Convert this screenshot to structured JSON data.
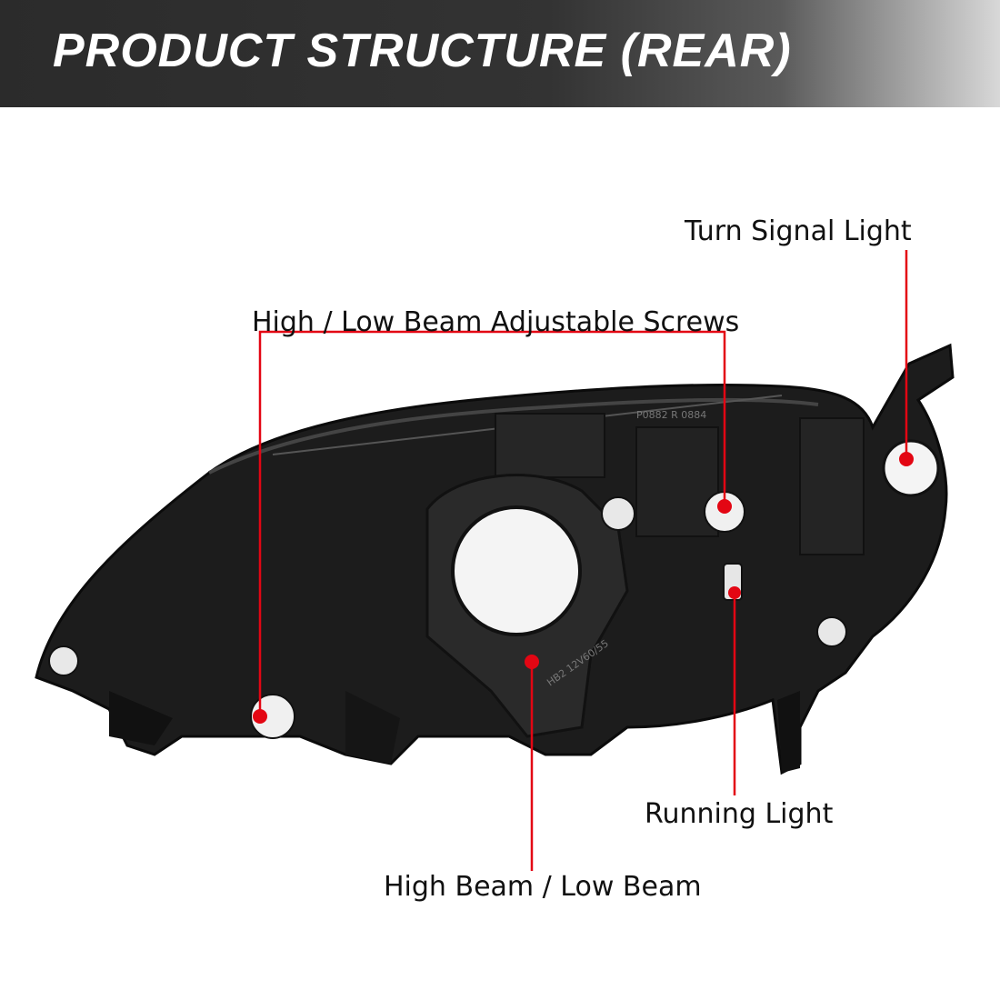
{
  "header": {
    "title": "PRODUCT STRUCTURE (REAR)"
  },
  "callouts": {
    "turn_signal": "Turn Signal Light",
    "adjust_screws": "High / Low Beam Adjustable Screws",
    "running_light": "Running Light",
    "high_low_beam": "High Beam / Low Beam"
  },
  "housing_markings": {
    "top_code": "P0882 R 0884",
    "bulb_code": "HB2 12V60/55"
  },
  "colors": {
    "accent": "#e30613",
    "housing": "#1c1c1c",
    "banner": "#2e2e2e"
  }
}
